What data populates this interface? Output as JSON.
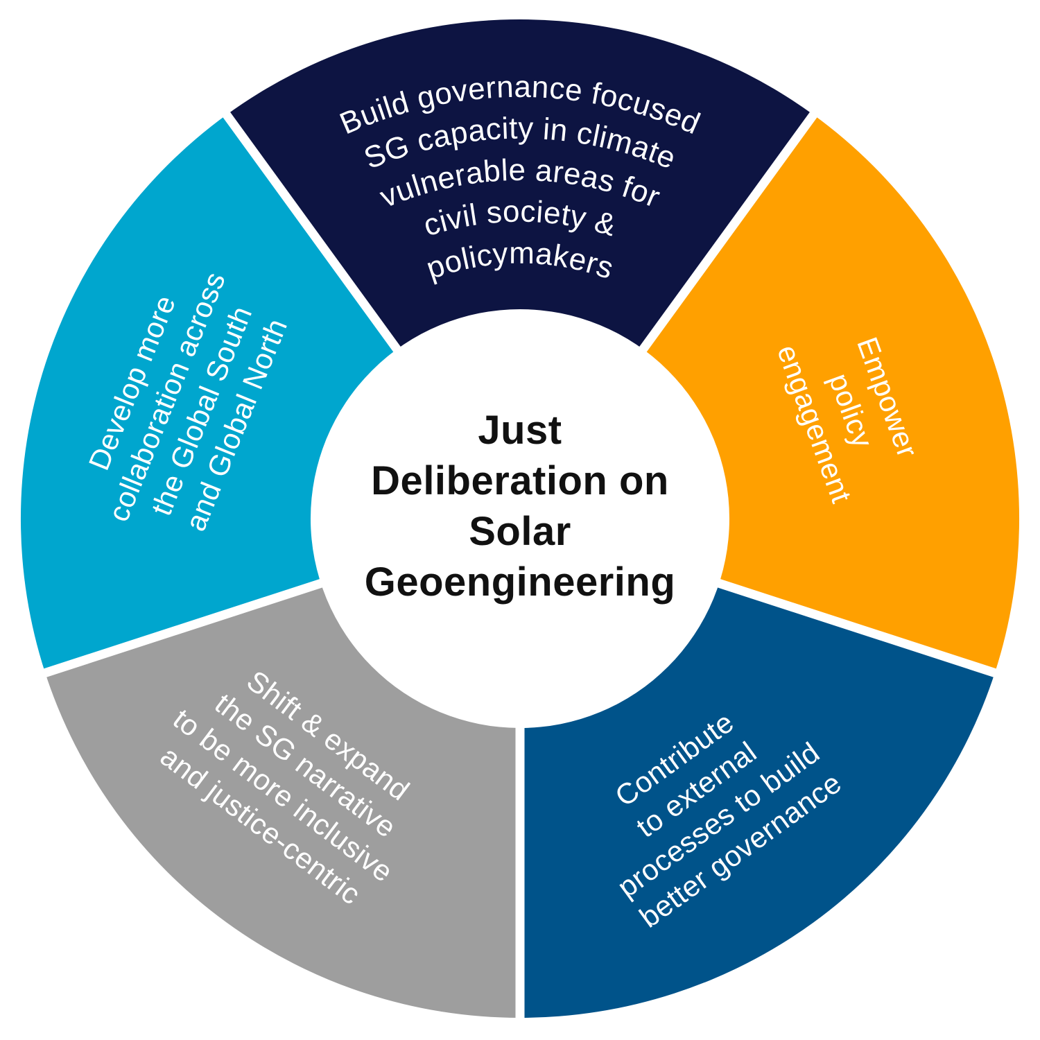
{
  "diagram": {
    "center_title": {
      "lines": [
        "Just",
        "Deliberation on",
        "Solar",
        "Geoengineering"
      ]
    },
    "segments": [
      {
        "name": "build-governance-capacity",
        "color": "#0D1442",
        "lines": [
          "Build governance focused",
          "SG capacity in climate",
          "vulnerable areas for",
          "civil society &",
          "policymakers"
        ]
      },
      {
        "name": "empower-policy-engagement",
        "color": "#FFA000",
        "lines": [
          "Empower",
          "policy",
          "engagement"
        ]
      },
      {
        "name": "contribute-external-processes",
        "color": "#00538A",
        "lines": [
          "Contribute",
          "to external",
          "processes to build",
          "better governance"
        ]
      },
      {
        "name": "shift-expand-sg-narrative",
        "color": "#9E9E9E",
        "lines": [
          "Shift & expand",
          "the SG narrative",
          "to be more inclusive",
          "and justice-centric"
        ]
      },
      {
        "name": "develop-global-collaboration",
        "color": "#00A6CE",
        "lines": [
          "Develop more",
          "collaboration across",
          "the Global South",
          "and Global North"
        ]
      }
    ],
    "colors": {
      "background": "#FFFFFF",
      "separator": "#FFFFFF",
      "label_text": "#FFFFFF",
      "title_text": "#111111"
    }
  }
}
